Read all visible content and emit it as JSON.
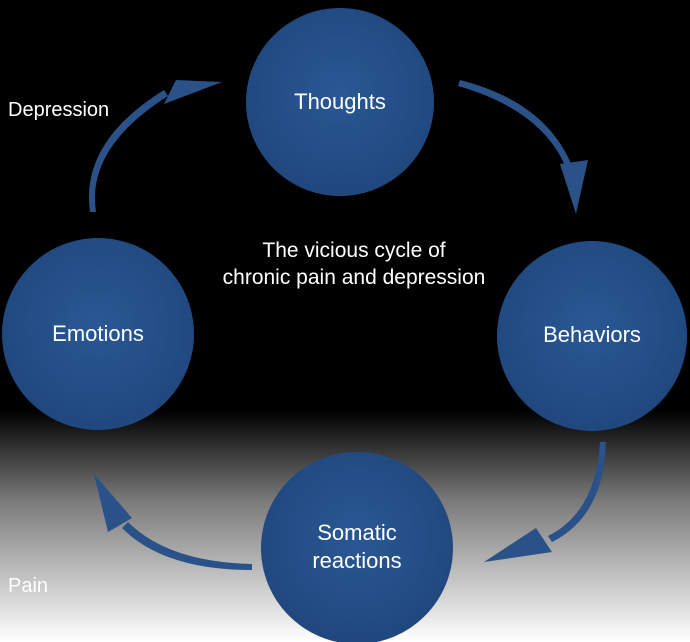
{
  "diagram": {
    "center_caption": [
      "The vicious cycle of",
      "chronic pain and depression"
    ],
    "corner_labels": {
      "top_left": "Depression",
      "bottom_left": "Pain"
    },
    "nodes": [
      {
        "id": "thoughts",
        "lines": [
          "Thoughts"
        ]
      },
      {
        "id": "behaviors",
        "lines": [
          "Behaviors"
        ]
      },
      {
        "id": "somatic-reactions",
        "lines": [
          "Somatic",
          "reactions"
        ]
      },
      {
        "id": "emotions",
        "lines": [
          "Emotions"
        ]
      }
    ],
    "edges": [
      {
        "from": "thoughts",
        "to": "behaviors"
      },
      {
        "from": "behaviors",
        "to": "somatic-reactions"
      },
      {
        "from": "somatic-reactions",
        "to": "emotions"
      },
      {
        "from": "emotions",
        "to": "thoughts"
      }
    ],
    "colors": {
      "node_fill": "#244D85",
      "node_text": "#FFFFFF",
      "arrow": "#2A5288",
      "background_top": "#000000",
      "background_bottom": "#FFFFFF",
      "caption_text": "#FFFFFF",
      "label_top_left": "#FFFFFF",
      "label_bottom_left": "#FFFFFF"
    }
  }
}
